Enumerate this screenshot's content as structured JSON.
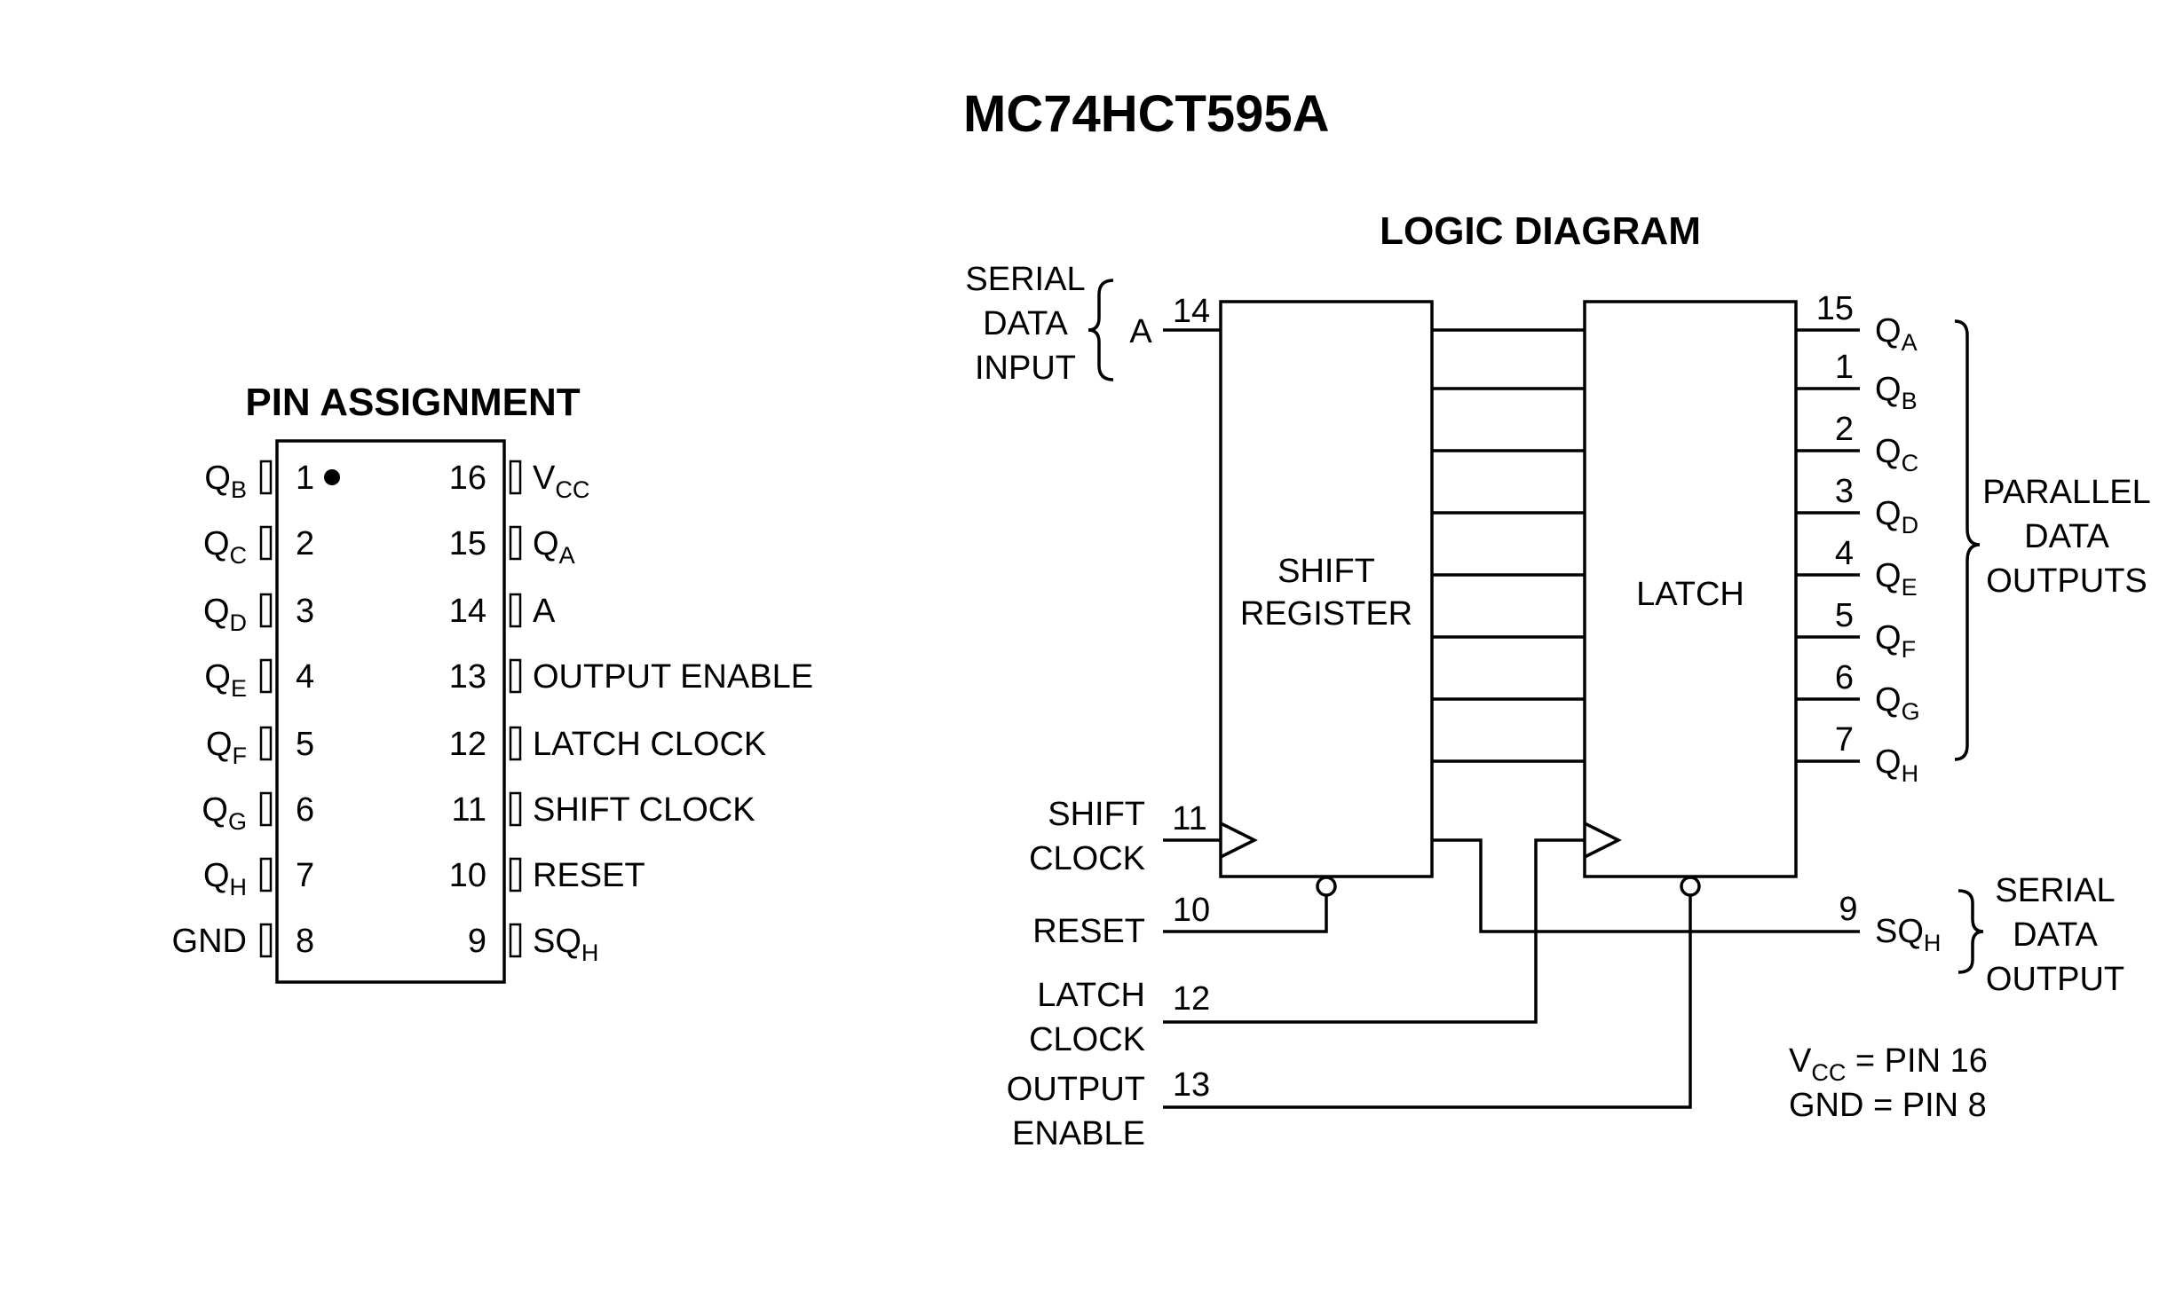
{
  "title": "MC74HCT595A",
  "pin_assignment": {
    "heading": "PIN ASSIGNMENT",
    "left_pins": [
      {
        "number": "1",
        "name": "Q",
        "sub": "B"
      },
      {
        "number": "2",
        "name": "Q",
        "sub": "C"
      },
      {
        "number": "3",
        "name": "Q",
        "sub": "D"
      },
      {
        "number": "4",
        "name": "Q",
        "sub": "E"
      },
      {
        "number": "5",
        "name": "Q",
        "sub": "F"
      },
      {
        "number": "6",
        "name": "Q",
        "sub": "G"
      },
      {
        "number": "7",
        "name": "Q",
        "sub": "H"
      },
      {
        "number": "8",
        "name": "GND",
        "sub": ""
      }
    ],
    "right_pins": [
      {
        "number": "16",
        "name": "V",
        "sub": "CC"
      },
      {
        "number": "15",
        "name": "Q",
        "sub": "A"
      },
      {
        "number": "14",
        "name": "A",
        "sub": ""
      },
      {
        "number": "13",
        "name": "OUTPUT ENABLE",
        "sub": ""
      },
      {
        "number": "12",
        "name": "LATCH CLOCK",
        "sub": ""
      },
      {
        "number": "11",
        "name": "SHIFT CLOCK",
        "sub": ""
      },
      {
        "number": "10",
        "name": "RESET",
        "sub": ""
      },
      {
        "number": "9",
        "name": "SQ",
        "sub": "H"
      }
    ]
  },
  "logic_diagram": {
    "heading": "LOGIC DIAGRAM",
    "shift_register_label": [
      "SHIFT",
      "REGISTER"
    ],
    "latch_label": "LATCH",
    "serial_input": {
      "group_label": [
        "SERIAL",
        "DATA",
        "INPUT"
      ],
      "signal": "A",
      "pin": "14"
    },
    "inputs": [
      {
        "label": [
          "SHIFT",
          "CLOCK"
        ],
        "pin": "11"
      },
      {
        "label": [
          "RESET"
        ],
        "pin": "10"
      },
      {
        "label": [
          "LATCH",
          "CLOCK"
        ],
        "pin": "12"
      },
      {
        "label": [
          "OUTPUT",
          "ENABLE"
        ],
        "pin": "13"
      }
    ],
    "parallel_outputs": [
      {
        "pin": "15",
        "name": "Q",
        "sub": "A"
      },
      {
        "pin": "1",
        "name": "Q",
        "sub": "B"
      },
      {
        "pin": "2",
        "name": "Q",
        "sub": "C"
      },
      {
        "pin": "3",
        "name": "Q",
        "sub": "D"
      },
      {
        "pin": "4",
        "name": "Q",
        "sub": "E"
      },
      {
        "pin": "5",
        "name": "Q",
        "sub": "F"
      },
      {
        "pin": "6",
        "name": "Q",
        "sub": "G"
      },
      {
        "pin": "7",
        "name": "Q",
        "sub": "H"
      }
    ],
    "parallel_group_label": [
      "PARALLEL",
      "DATA",
      "OUTPUTS"
    ],
    "serial_output": {
      "pin": "9",
      "name": "SQ",
      "sub": "H",
      "group_label": [
        "SERIAL",
        "DATA",
        "OUTPUT"
      ]
    },
    "power_notes": [
      {
        "name": "V",
        "sub": "CC",
        "text": " = PIN 16"
      },
      {
        "name": "GND",
        "sub": "",
        "text": " = PIN 8"
      }
    ]
  }
}
